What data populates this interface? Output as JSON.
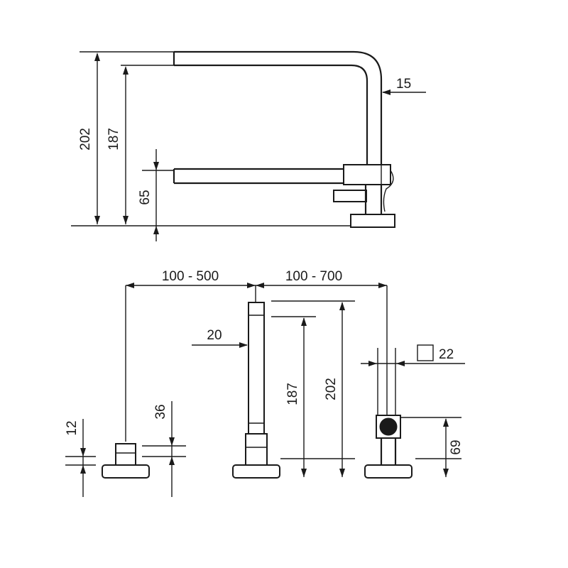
{
  "side_view": {
    "dim_total_height": "202",
    "dim_spout_height": "187",
    "dim_lower_height": "65",
    "dim_tube_diameter": "15"
  },
  "front_view": {
    "dim_spacing_left": "100 - 500",
    "dim_spacing_right": "100 - 700",
    "dim_tube_width": "20",
    "dim_spout_height": "187",
    "dim_total_height": "202",
    "dim_square_handle": "22",
    "dim_handle_height": "69",
    "dim_valve_height": "36",
    "dim_cap_height": "12"
  },
  "colors": {
    "line": "#1a1a1a",
    "background": "#ffffff"
  }
}
